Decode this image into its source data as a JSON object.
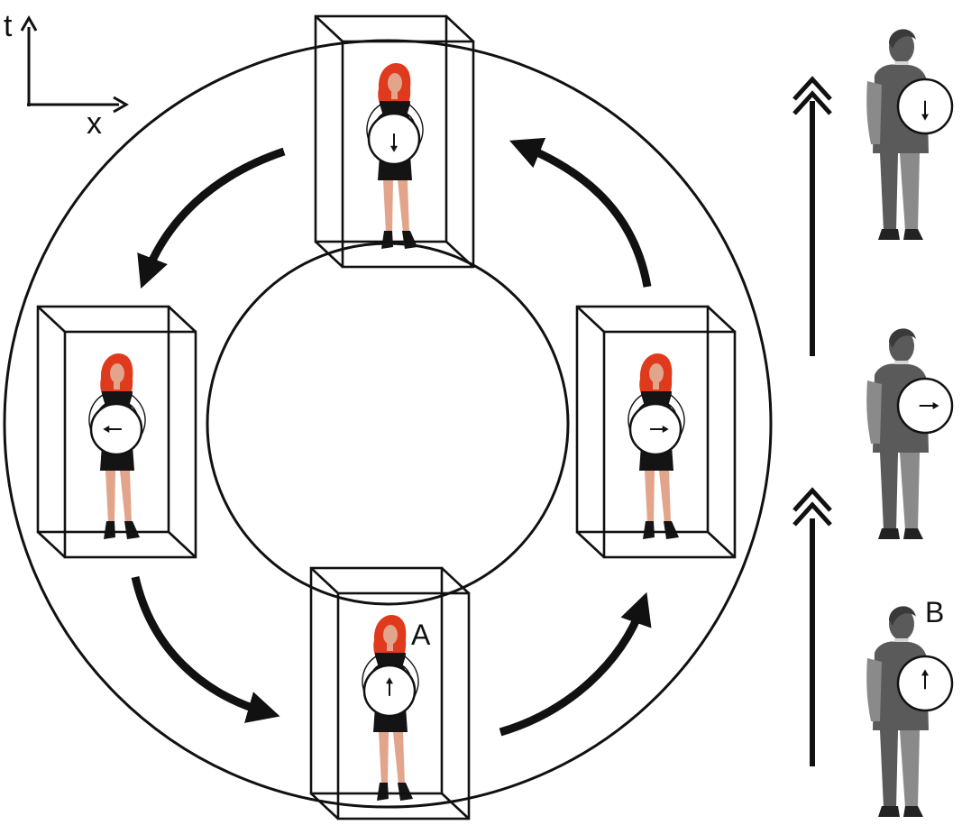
{
  "axes": {
    "time_label": "t",
    "space_label": "x"
  },
  "labels": {
    "traveler": "A",
    "stationary": "B"
  },
  "traveler_frames": [
    {
      "position": "top",
      "clock_hand": "down"
    },
    {
      "position": "left",
      "clock_hand": "left"
    },
    {
      "position": "bottom",
      "clock_hand": "up"
    },
    {
      "position": "right",
      "clock_hand": "right"
    }
  ],
  "stationary_observer": [
    {
      "position": "top",
      "clock_hand": "down"
    },
    {
      "position": "middle",
      "clock_hand": "right"
    },
    {
      "position": "bottom",
      "clock_hand": "up"
    }
  ],
  "cycle_direction": "counter-clockwise",
  "colors": {
    "ink": "#111111",
    "hair": "#e03a1e",
    "skin": "#e2a58b",
    "dress": "#141414",
    "suit_dark": "#5a5a5a",
    "suit_light": "#8a8a8a",
    "shirt": "#d4d4d4"
  }
}
